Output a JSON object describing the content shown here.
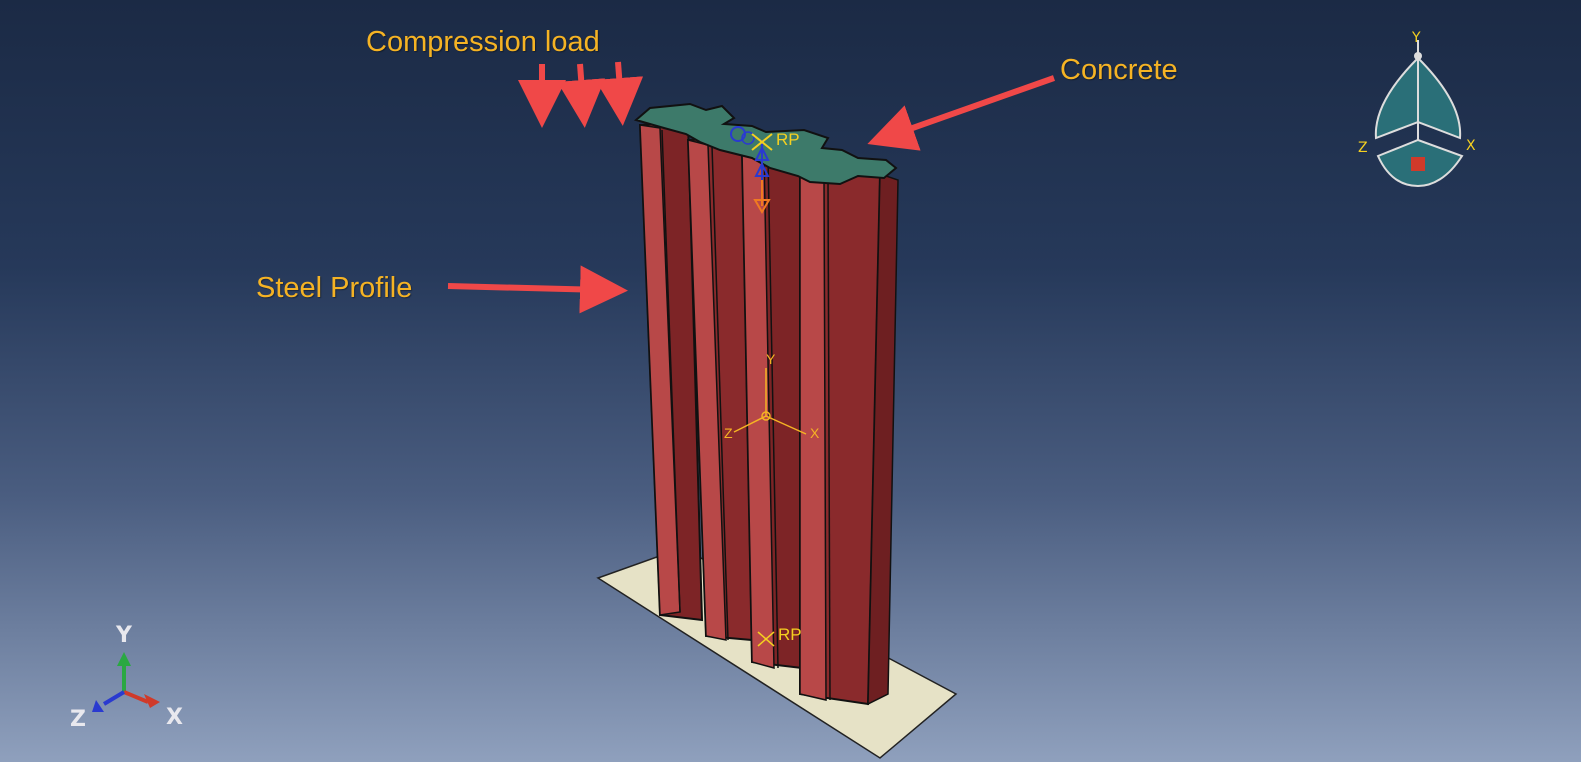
{
  "annotations": {
    "compression_load": "Compression load",
    "concrete": "Concrete",
    "steel_profile": "Steel Profile"
  },
  "model": {
    "reference_point_top": "RP",
    "reference_point_bottom": "RP",
    "csys_x": "X",
    "csys_y": "Y",
    "csys_z": "Z"
  },
  "view_cube": {
    "x": "X",
    "y": "Y",
    "z": "Z"
  },
  "triad": {
    "x": "X",
    "y": "Y",
    "z": "Z"
  },
  "colors": {
    "annotation_text": "#f5b324",
    "arrow": "#f04848",
    "steel": "#8e2a2c",
    "steel_light": "#b84848",
    "concrete": "#3d7a6a",
    "base_plate": "#e6e2c6",
    "view_cube": "#2a6f78",
    "triad_x": "#d03a2a",
    "triad_y": "#2aa842",
    "triad_z": "#2a3ad0"
  }
}
